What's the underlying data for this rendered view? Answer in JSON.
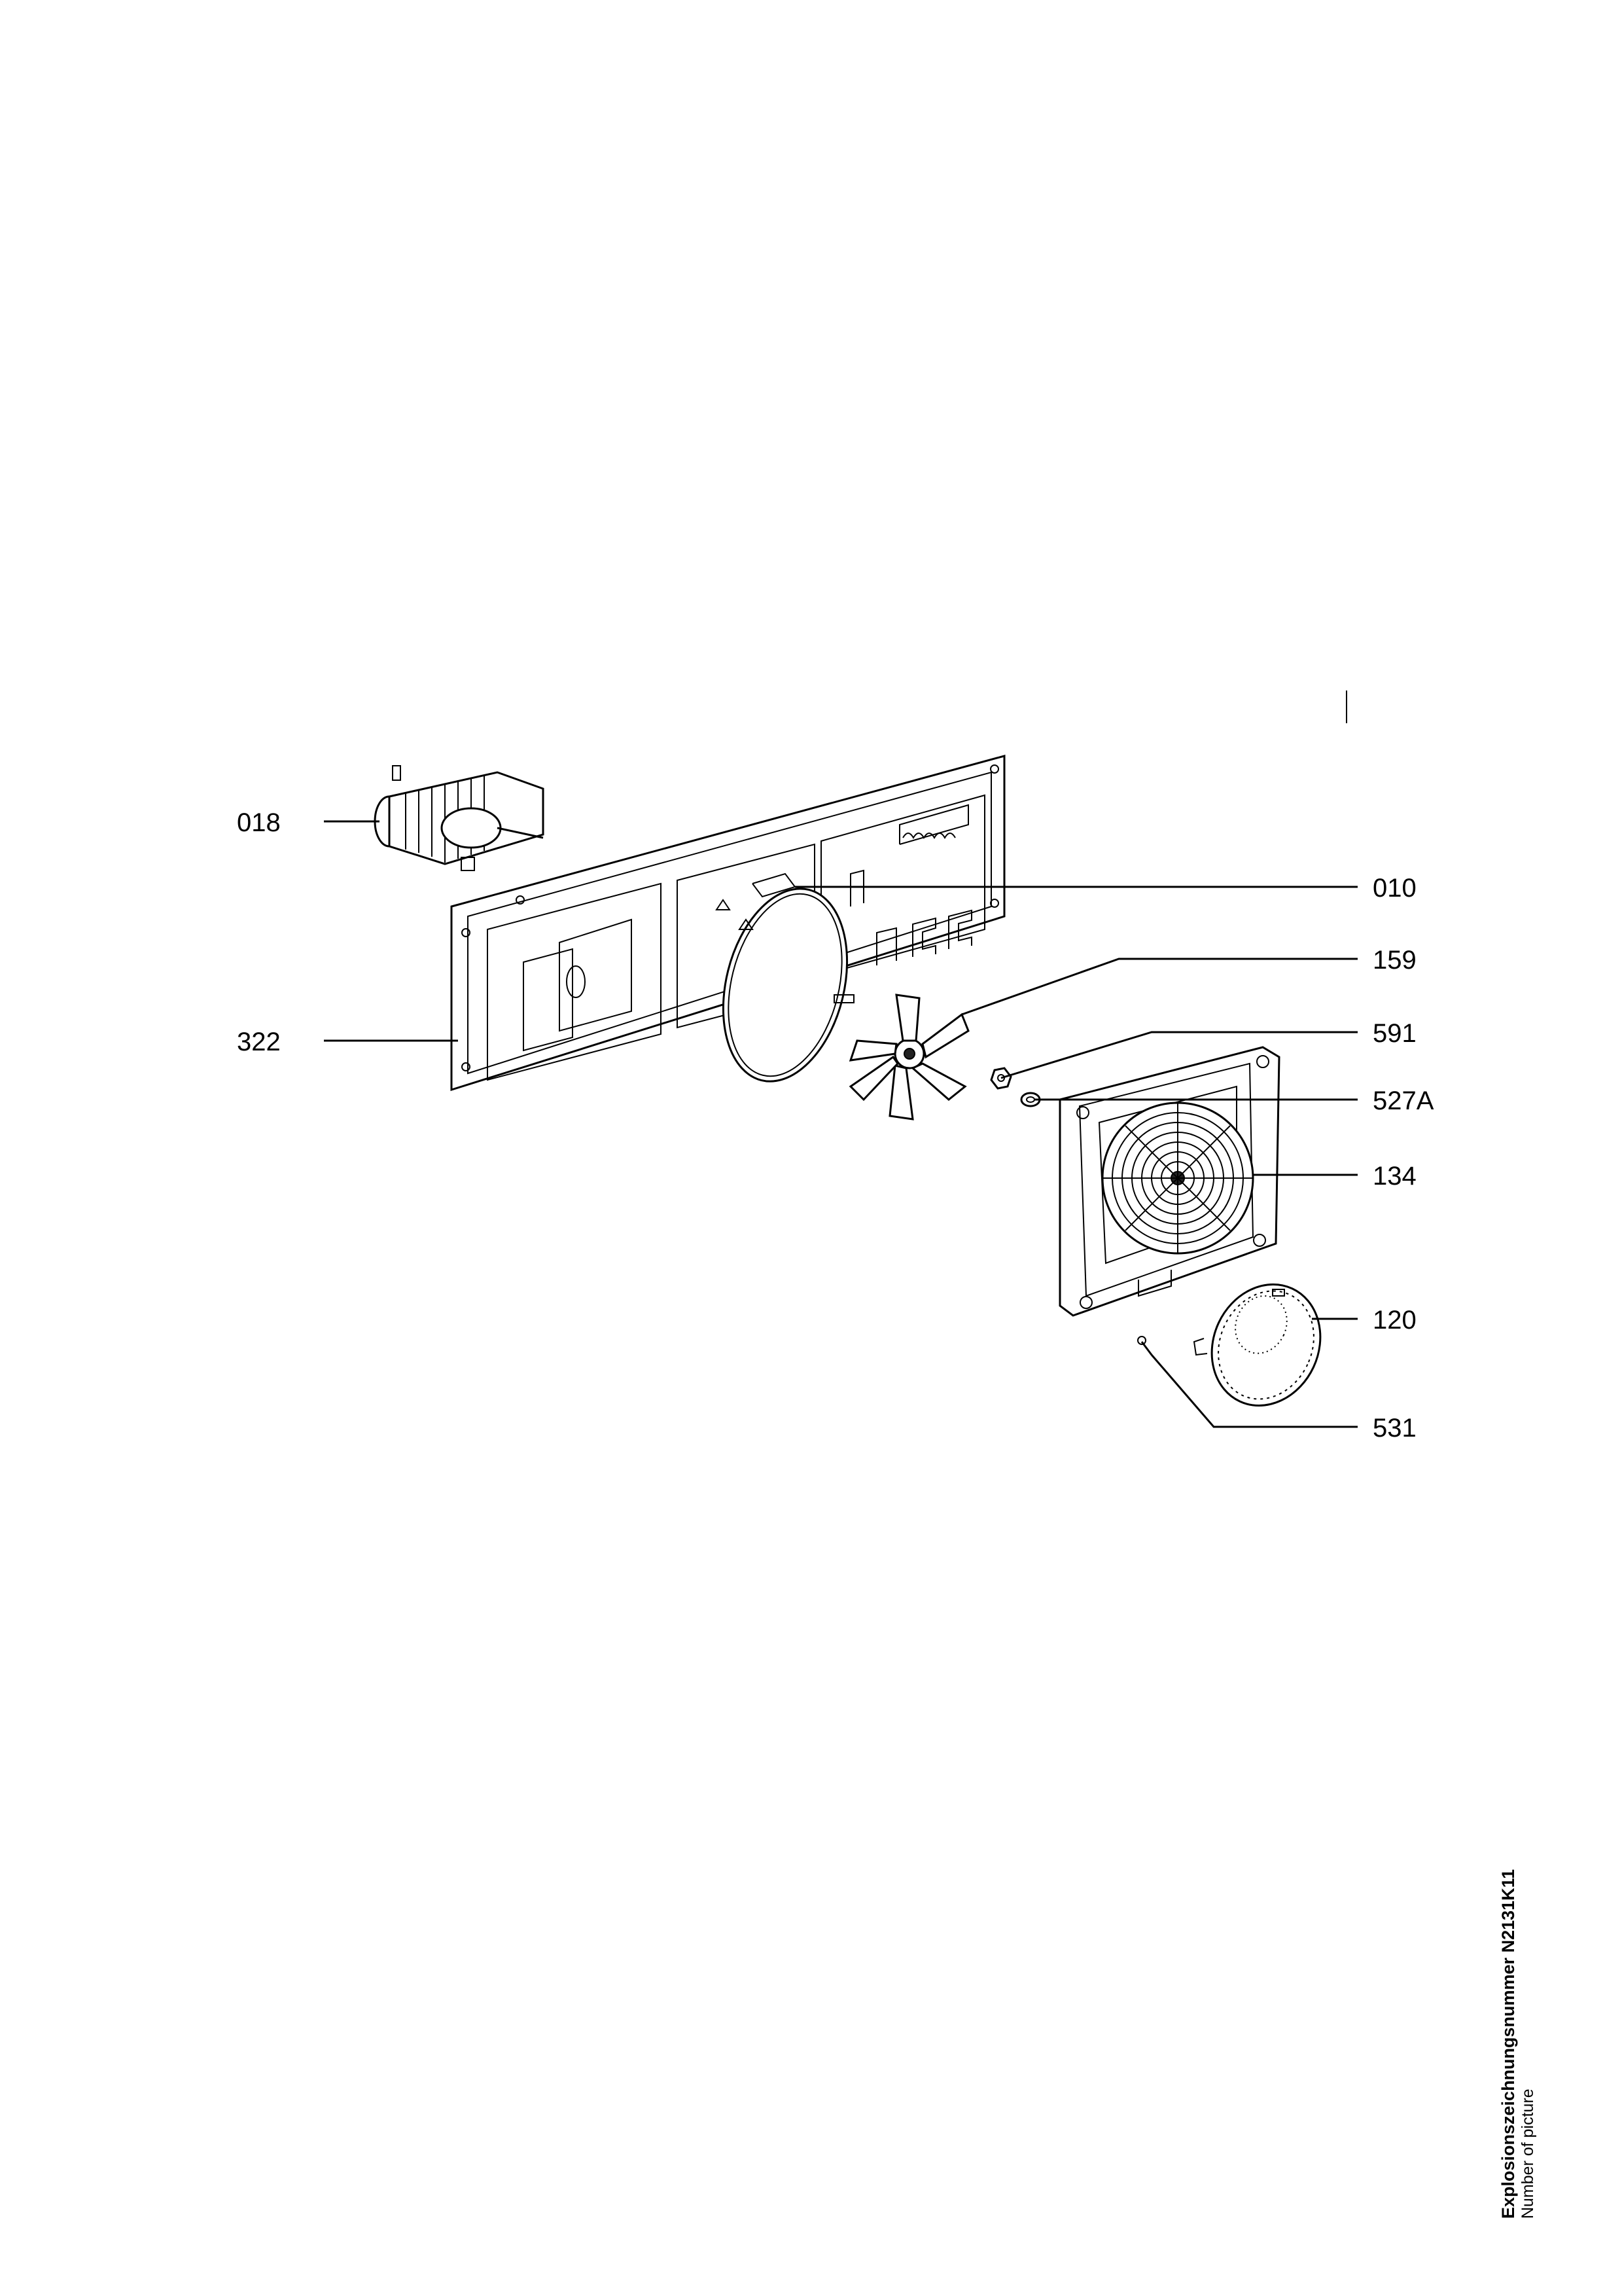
{
  "diagram": {
    "callouts": [
      {
        "id": "018",
        "label": "018"
      },
      {
        "id": "322",
        "label": "322"
      },
      {
        "id": "010",
        "label": "010"
      },
      {
        "id": "159",
        "label": "159"
      },
      {
        "id": "591",
        "label": "591"
      },
      {
        "id": "527A",
        "label": "527A"
      },
      {
        "id": "134",
        "label": "134"
      },
      {
        "id": "120",
        "label": "120"
      },
      {
        "id": "531",
        "label": "531"
      }
    ]
  },
  "caption": {
    "title": "Explosionszeichnungsnummer N2131K11",
    "subtitle": "Number of picture"
  },
  "colors": {
    "ink": "#000000",
    "paper": "#ffffff"
  }
}
